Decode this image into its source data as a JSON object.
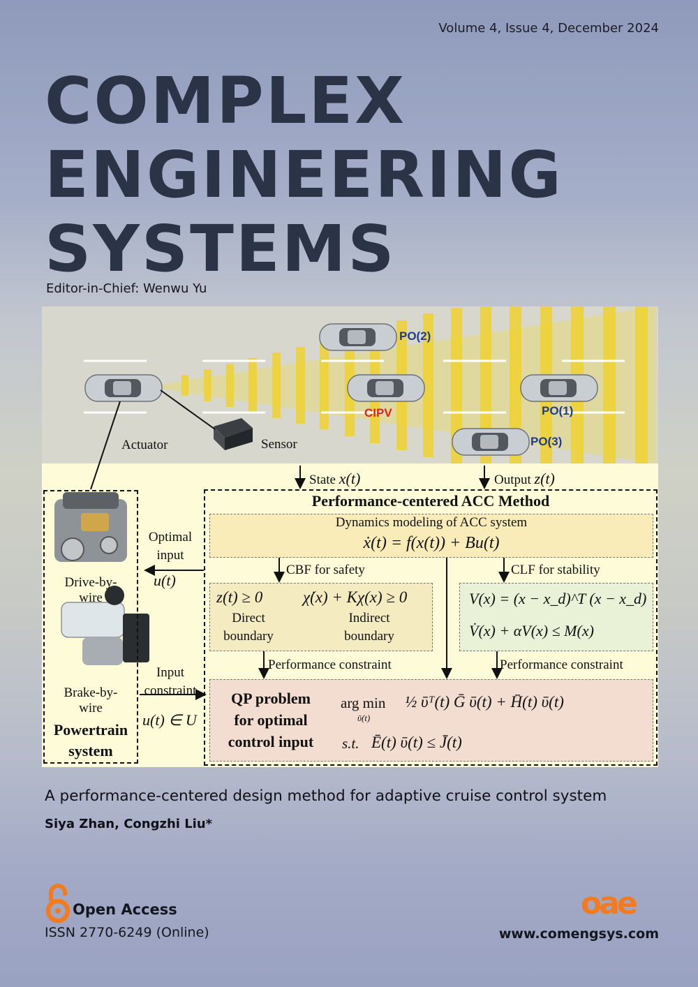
{
  "issue": "Volume 4, Issue 4, December 2024",
  "journal": {
    "line1": "COMPLEX",
    "line2": "ENGINEERING",
    "line3": "SYSTEMS"
  },
  "editor": "Editor-in-Chief: Wenwu Yu",
  "abstract": {
    "vehicle_labels": {
      "po2": "PO(2)",
      "cipv": "CIPV",
      "po1": "PO(1)",
      "po3": "PO(3)"
    },
    "actuator": "Actuator",
    "sensor": "Sensor",
    "state_label": "State",
    "state_var": "x(t)",
    "output_label": "Output",
    "output_var": "z(t)",
    "method_title": "Performance-centered ACC Method",
    "dynamics_title": "Dynamics modeling of ACC system",
    "dynamics_eq": "ẋ(t) = f(x(t)) + Bu(t)",
    "cbf_label": "CBF for safety",
    "clf_label": "CLF for stability",
    "cbf_eq_left": "z(t) ≥ 0",
    "cbf_eq_right": "χ̇(x) + Kχ(x) ≥ 0",
    "direct_1": "Direct",
    "direct_2": "boundary",
    "indirect_1": "Indirect",
    "indirect_2": "boundary",
    "clf_eq1": "V(x) = (x − x_d)^T (x − x_d)",
    "clf_eq2": "V̇(x) + αV(x) ≤ M(x)",
    "perf_left": "Performance constraint",
    "perf_right": "Performance constraint",
    "qp_1": "QP problem",
    "qp_2": "for optimal",
    "qp_3": "control input",
    "qp_argmin": "arg min",
    "qp_sub": "ῡ(t)",
    "qp_obj": "½ ῡᵀ(t) Ḡ ῡ(t) + H̄(t) ῡ(t)",
    "qp_st": "s.t.",
    "qp_constraint": "Ē(t) ῡ(t) ≤ J̄(t)",
    "optimal_1": "Optimal",
    "optimal_2": "input",
    "optimal_var": "u(t)",
    "input_1": "Input",
    "input_2": "constraint",
    "input_var": "u(t) ∈ U",
    "dbw_1": "Drive-by-",
    "dbw_2": "wire",
    "bbw_1": "Brake-by-",
    "bbw_2": "wire",
    "pt_1": "Powertrain",
    "pt_2": "system"
  },
  "paper_title": "A performance-centered design method for adaptive cruise control system",
  "authors": "Siya Zhan, Congzhi Liu*",
  "open_access": "Open Access",
  "issn": "ISSN 2770-6249 (Online)",
  "publisher_logo": "oae",
  "website": "www.comengsys.com",
  "colors": {
    "title": "#2b3347",
    "accent_orange": "#f27b1f",
    "accent_red": "#d62a2a",
    "cipv_red": "#e02020",
    "po_blue": "#1f3d8c"
  }
}
